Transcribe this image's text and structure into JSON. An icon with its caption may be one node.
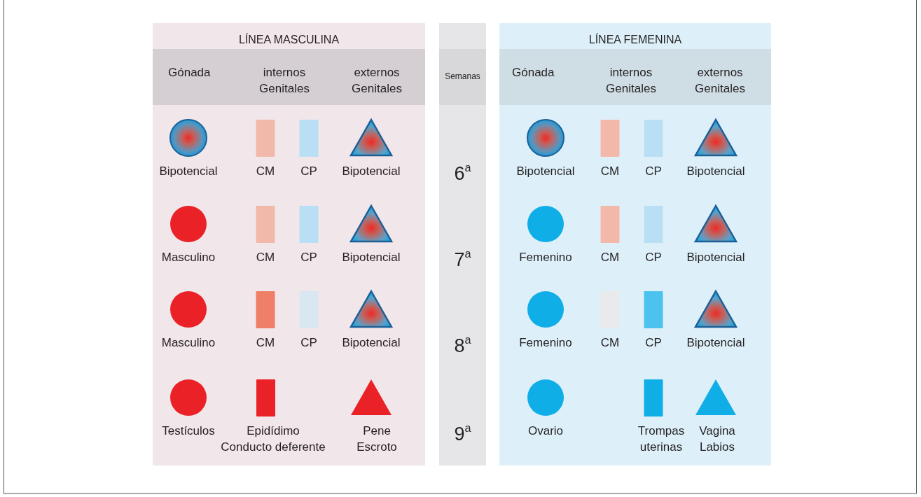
{
  "diagram": {
    "nodes": [
      {
        "text": [
          "LÍNEA MASCULINA"
        ]
      },
      {
        "text": [
          "Gónada",
          "internos Genitales",
          "externos Genitales"
        ],
        "in": 0
      },
      {
        "text": [
          "Bipotencial"
        ],
        "in": 0
      },
      {
        "text": [
          "CM"
        ],
        "in": 0
      },
      {
        "text": [
          "CP"
        ],
        "in": 0
      },
      {
        "text": [
          "Bipotencial"
        ],
        "in": 0
      },
      {
        "text": [
          "Masculino"
        ],
        "in": 0
      },
      {
        "text": [
          "CM"
        ],
        "in": 0
      },
      {
        "text": [
          "CP"
        ],
        "in": 0
      },
      {
        "text": [
          "Bipotencial"
        ],
        "in": 0
      },
      {
        "text": [
          "Masculino"
        ],
        "in": 0
      },
      {
        "text": [
          "CM"
        ],
        "in": 0
      },
      {
        "text": [
          "CP"
        ],
        "in": 0
      },
      {
        "text": [
          "Bipotencial"
        ],
        "in": 0
      },
      {
        "text": [
          "Testículos"
        ],
        "in": 0
      },
      {
        "text": [
          "Epidídimo Conducto deferente"
        ],
        "in": 0
      },
      {
        "text": [
          "Pene Escroto"
        ],
        "in": 0
      },
      {
        "text": [
          "Semanas",
          "6$^{a}$",
          "7$^{a}$",
          "8$^{a}$",
          "9$^{a}$"
        ]
      },
      {
        "text": [
          "LÍNEA FEMENINA"
        ]
      },
      {
        "text": [
          "Gónada",
          "internos Genitales",
          "externos Genitales"
        ],
        "in": 18
      },
      {
        "text": [
          "Bipotencial"
        ],
        "in": 18
      },
      {
        "text": [
          "CM"
        ],
        "in": 18
      },
      {
        "text": [
          "CP"
        ],
        "in": 18
      },
      {
        "text": [
          "Bipotencial"
        ],
        "in": 18
      },
      {
        "text": [
          "Femenino"
        ],
        "in": 18
      },
      {
        "text": [
          "CM"
        ],
        "in": 18
      },
      {
        "text": [
          "CP"
        ],
        "in": 18
      },
      {
        "text": [
          "Bipotencial"
        ],
        "in": 18
      },
      {
        "text": [
          "Femenino"
        ],
        "in": 18
      },
      {
        "text": [
          "CM"
        ],
        "in": 18
      },
      {
        "text": [
          "CP"
        ],
        "in": 18
      },
      {
        "text": [
          "Bipotencial"
        ],
        "in": 18
      },
      {
        "text": [
          "Ovario"
        ],
        "in": 18
      },
      {
        "text": [
          "Trompas uterinas"
        ],
        "in": 18
      },
      {
        "text": [
          "Vagina Labios"
        ],
        "in": 18
      }
    ]
  }
}
